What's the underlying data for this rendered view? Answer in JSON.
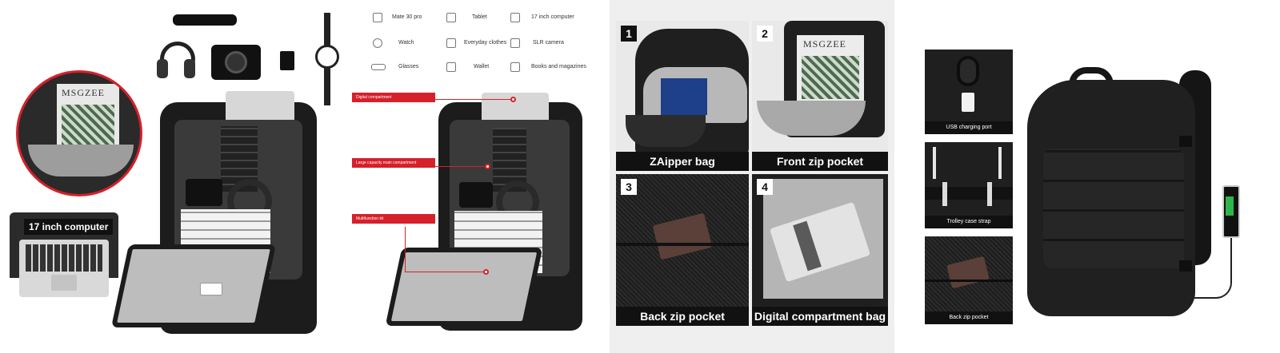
{
  "panel1": {
    "brand": "MSGZEE",
    "laptop_label": "17 inch computer"
  },
  "panel2": {
    "specs": [
      {
        "icon": "phone-icon",
        "label": "Mate 30 pro"
      },
      {
        "icon": "tablet-icon",
        "label": "Tablet"
      },
      {
        "icon": "laptop-icon",
        "label": "17 inch computer"
      },
      {
        "icon": "watch-icon",
        "label": "Watch"
      },
      {
        "icon": "shirt-icon",
        "label": "Everyday clothes"
      },
      {
        "icon": "camera-icon",
        "label": "SLR camera"
      },
      {
        "icon": "glasses-icon",
        "label": "Glasses"
      },
      {
        "icon": "wallet-icon",
        "label": "Wallet"
      },
      {
        "icon": "books-icon",
        "label": "Books and magazines"
      }
    ],
    "callouts": [
      "Digital compartment",
      "Large capacity main compartment",
      "Multifunction kit"
    ]
  },
  "panel3": {
    "brand": "MSGZEE",
    "tiles": [
      {
        "num": "1",
        "caption": "ZAipper bag"
      },
      {
        "num": "2",
        "caption": "Front zip pocket"
      },
      {
        "num": "3",
        "caption": "Back zip pocket"
      },
      {
        "num": "4",
        "caption": "Digital compartment bag"
      }
    ]
  },
  "panel4": {
    "features": [
      {
        "caption": "USB charging port"
      },
      {
        "caption": "Trolley case strap"
      },
      {
        "caption": "Back zip pocket"
      }
    ]
  },
  "colors": {
    "accent_red": "#d6202a",
    "bag_black": "#1c1c1c",
    "battery_green": "#2fb54a"
  }
}
